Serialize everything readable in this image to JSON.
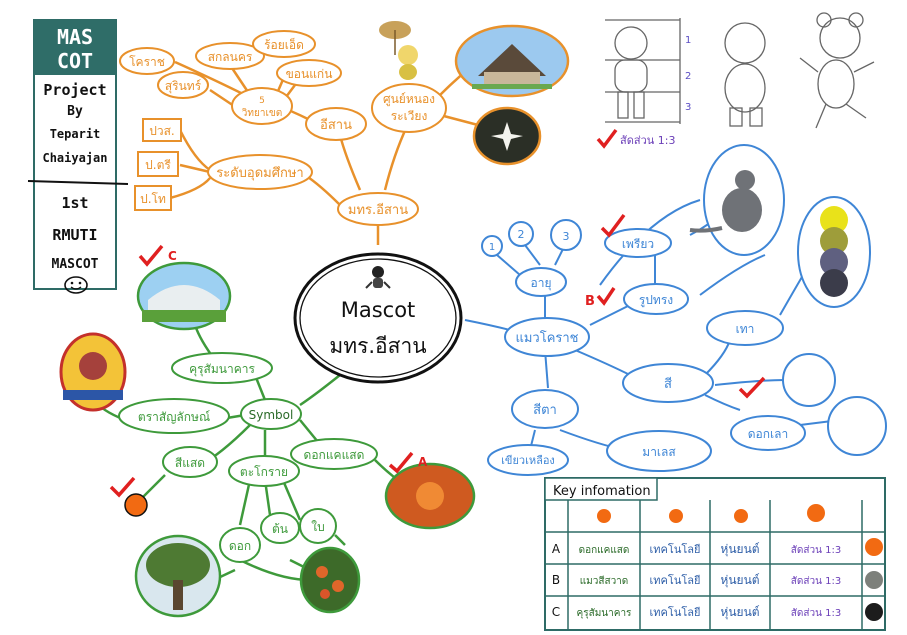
{
  "project_panel": {
    "title_line1": "MAS",
    "title_line2": "COT",
    "project": "Project",
    "by": "By",
    "author_first": "Teparit",
    "author_last": "Chaiyajan",
    "rank": "1st",
    "org": "RMUTI",
    "mascot": "MASCOT"
  },
  "center": {
    "line1": "Mascot",
    "line2": "มทร.อีสาน"
  },
  "orange_branch": {
    "root": "มทร.อีสาน",
    "education": "ระดับอุดมศึกษา",
    "pvs": "ปวส.",
    "bachelor": "ป.ตรี",
    "master": "ป.โท",
    "isan": "อีสาน",
    "campus_count": "5",
    "campus_label": "วิทยาเขต",
    "korat": "โคราช",
    "sakon": "สกลนคร",
    "roiet": "ร้อยเอ็ด",
    "khonkaen": "ขอนแก่น",
    "surin": "สุรินทร์",
    "center_line1": "ศูนย์หนอง",
    "center_line2": "ระเวียง"
  },
  "sketch": {
    "ratio_label": "สัดส่วน 1:3",
    "row1": "1",
    "row2": "2",
    "row3": "3"
  },
  "blue_branch": {
    "root": "แมวโคราช",
    "age": "อายุ",
    "age_1": "1",
    "age_2": "2",
    "age_3": "3",
    "shape": "รูปทรง",
    "slim": "เพรียว",
    "color": "สี",
    "grey": "เทา",
    "flower": "ดอกเลา",
    "eye": "สีตา",
    "green_yellow": "เขียวเหลือง",
    "malet": "มาเลส",
    "mark_b": "B"
  },
  "green_branch": {
    "root": "Symbol",
    "auditorium": "คุรุสัมนาคาร",
    "emblem": "ตราสัญลักษณ์",
    "orange_color": "สีแสด",
    "flower": "ดอกแคแสด",
    "tree": "ตะโกราย",
    "bloom": "ดอก",
    "trunk": "ต้น",
    "leaf": "ใบ",
    "mark_a": "A",
    "mark_c": "C"
  },
  "key_table": {
    "title": "Key infomation",
    "rows": [
      {
        "letter": "A",
        "name": "ดอกแคแสด",
        "tech": "เทคโนโลยี",
        "robot": "หุ่นยนต์",
        "ratio": "สัดส่วน 1:3"
      },
      {
        "letter": "B",
        "name": "แมวสีสวาด",
        "tech": "เทคโนโลยี",
        "robot": "หุ่นยนต์",
        "ratio": "สัดส่วน 1:3"
      },
      {
        "letter": "C",
        "name": "คุรุสัมนาคาร",
        "tech": "เทคโนโลยี",
        "robot": "หุ่นยนต์",
        "ratio": "สัดส่วน 1:3"
      }
    ]
  },
  "colors": {
    "orange": "#e8912b",
    "blue": "#3f86d6",
    "green": "#3e9a3b",
    "teal": "#2e6b66",
    "check": "#e02020",
    "orange_dot": "#f26a12",
    "grey_dot": "#7d807b",
    "black_dot": "#1c1c1c"
  }
}
